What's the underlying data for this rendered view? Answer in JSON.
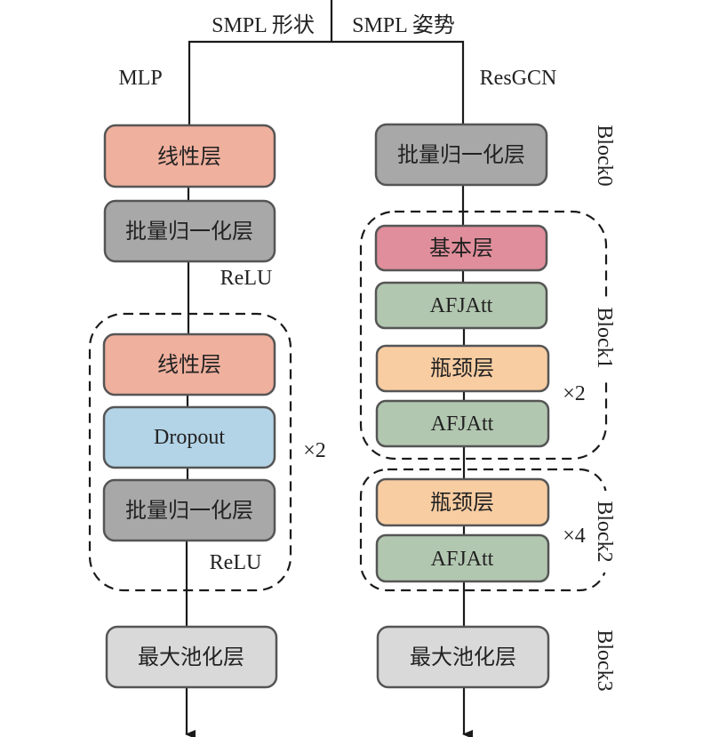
{
  "title": "MLP and ResGCN network architecture",
  "inputs": {
    "left": "SMPL 形状",
    "right": "SMPL 姿势"
  },
  "branches": {
    "left": "MLP",
    "right": "ResGCN"
  },
  "colors": {
    "linear": "#f0b09e",
    "batchnorm": "#a9a8a9",
    "dropout": "#b3d3e6",
    "basic": "#e08e9b",
    "afjatt": "#b2c7b0",
    "bottleneck": "#f8cda2",
    "maxpool": "#d9d9d9"
  },
  "mlp": {
    "layers": [
      {
        "label": "线性层",
        "type": "linear"
      },
      {
        "label": "批量归一化层",
        "type": "batchnorm"
      },
      {
        "label": "线性层",
        "type": "linear"
      },
      {
        "label": "Dropout",
        "type": "dropout"
      },
      {
        "label": "批量归一化层",
        "type": "batchnorm"
      },
      {
        "label": "最大池化层",
        "type": "maxpool"
      }
    ],
    "activations": [
      "ReLU",
      "ReLU"
    ],
    "repeat": "×2"
  },
  "resgcn": {
    "layers": [
      {
        "label": "批量归一化层",
        "type": "batchnorm"
      },
      {
        "label": "基本层",
        "type": "basic"
      },
      {
        "label": "AFJAtt",
        "type": "afjatt"
      },
      {
        "label": "瓶颈层",
        "type": "bottleneck"
      },
      {
        "label": "AFJAtt",
        "type": "afjatt"
      },
      {
        "label": "瓶颈层",
        "type": "bottleneck"
      },
      {
        "label": "AFJAtt",
        "type": "afjatt"
      },
      {
        "label": "最大池化层",
        "type": "maxpool"
      }
    ],
    "repeat_block1": "×2",
    "repeat_block2": "×4",
    "blocks": [
      "Block0",
      "Block1",
      "Block2",
      "Block3"
    ]
  }
}
